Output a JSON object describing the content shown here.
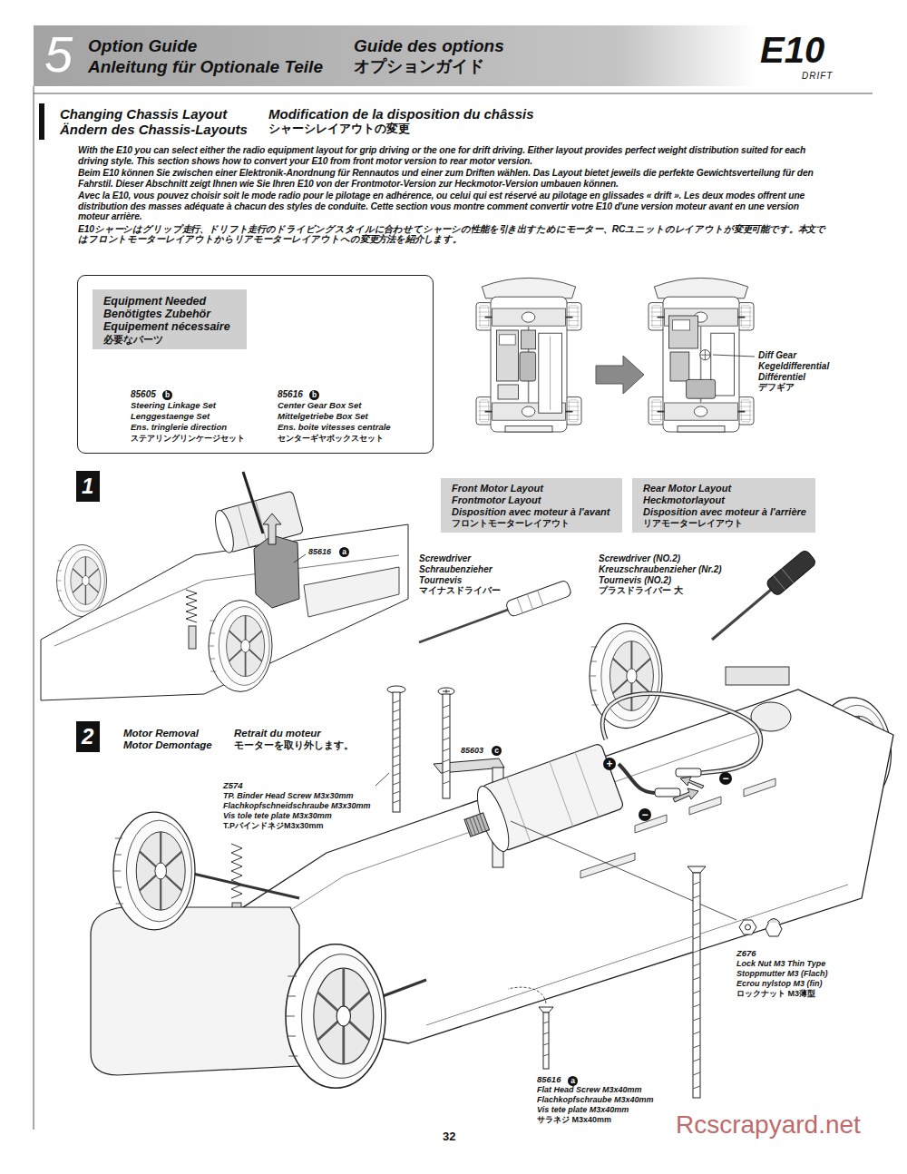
{
  "diagram": {
    "nodes": [
      {
        "text": [
          "5",
          "Option Guide",
          "Anleitung für Optionale Teile",
          "Guide des options",
          "オプションガイド"
        ]
      },
      {
        "text": [
          "85605",
          "b",
          "Steering Linkage Set",
          "Lenggestaenge Set",
          "Ens. tringlerie direction",
          "ステアリングリンケージセット",
          "85616",
          "b",
          "Center Gear Box Set",
          "Mittelgetriebe Box Set",
          "Ens. boite vitesses centrale",
          "センターギヤボックスセット"
        ]
      },
      {
        "text": [
          "Equipment Needed",
          "Benötigtes Zubehör",
          "Equipement nécessaire",
          "必要なパーツ"
        ],
        "in": 1
      },
      {
        "text": [
          "Front Motor Layout",
          "Frontmotor Layout",
          "Disposition avec moteur à l'avant",
          "フロントモーターレイアウト"
        ]
      },
      {
        "text": [
          "Rear Motor Layout",
          "Heckmotorlayout",
          "Disposition avec moteur à l'arrière",
          "リアモーターレイアウト"
        ]
      },
      {
        "text": [
          "1"
        ]
      },
      {
        "text": [
          "2",
          "Motor Removal",
          "Motor Demontage",
          "Retrait du moteur",
          "モーターを取り外します。"
        ]
      }
    ],
    "labels": [
      "E10",
      "DRIFT",
      "Changing Chassis Layout",
      "Ändern des Chassis-Layouts",
      "Modification de la disposition du châssis",
      "シャーシレイアウトの変更",
      "With the E10 you can select either the radio equipment layout for grip driving or the one for drift driving. Either layout provides perfect weight distribution suited for each driving style. This section shows how to convert your E10 from front motor version to rear motor version.",
      "Beim E10 können Sie zwischen einer Elektronik-Anordnung für Rennautos und einer zum Driften wählen. Das Layout bietet jeweils die perfekte Gewichtsverteilung für den Fahrstil. Dieser Abschnitt zeigt Ihnen wie Sie Ihren E10 von der Frontmotor-Version zur Heckmotor-Version umbauen können.",
      "Avec la E10, vous pouvez choisir soit le mode radio pour le pilotage en adhérence, ou celui qui est réservé au pilotage en glissades « drift ». Les deux modes offrent une distribution des masses adéquate à chacun des styles de conduite. Cette section vous montre comment convertir votre E10 d'une version moteur avant en une version moteur arrière.",
      "E10シャーシはグリップ走行、ドリフト走行のドライビングスタイルに合わせてシャーシの性能を引き出すためにモーター、RCユニットのレイアウトが変更可能です。本文ではフロントモーターレイアウトからリアモーターレイアウトへの変更方法を紹介します。",
      "Diff Gear",
      "Kegeldifferential",
      "Différentiel",
      "デフギア",
      "85616",
      "a",
      "Screwdriver",
      "Schraubenzieher",
      "Tournevis",
      "マイナスドライバー",
      "Screwdriver (NO.2)",
      "Kreuzschraubenzieher (Nr.2)",
      "Tournevis (NO.2)",
      "プラスドライバー 大",
      "Z574",
      "TP. Binder Head Screw M3x30mm",
      "Flachkopfschneidschraube M3x30mm",
      "Vis tole tete plate M3x30mm",
      "T.PバインドネジM3x30mm",
      "85603",
      "c",
      "+",
      "−",
      "−",
      "Z676",
      "Lock Nut M3 Thin Type",
      "Stoppmutter M3 (Flach)",
      "Ecrou nylstop M3 (fin)",
      "ロックナット M3薄型",
      "85616",
      "a",
      "Flat Head Screw M3x40mm",
      "Flachkopfschraube M3x40mm",
      "Vis tete plate M3x40mm",
      "サラネジ M3x40mm",
      "32",
      "Rcscrapyard.net"
    ]
  }
}
